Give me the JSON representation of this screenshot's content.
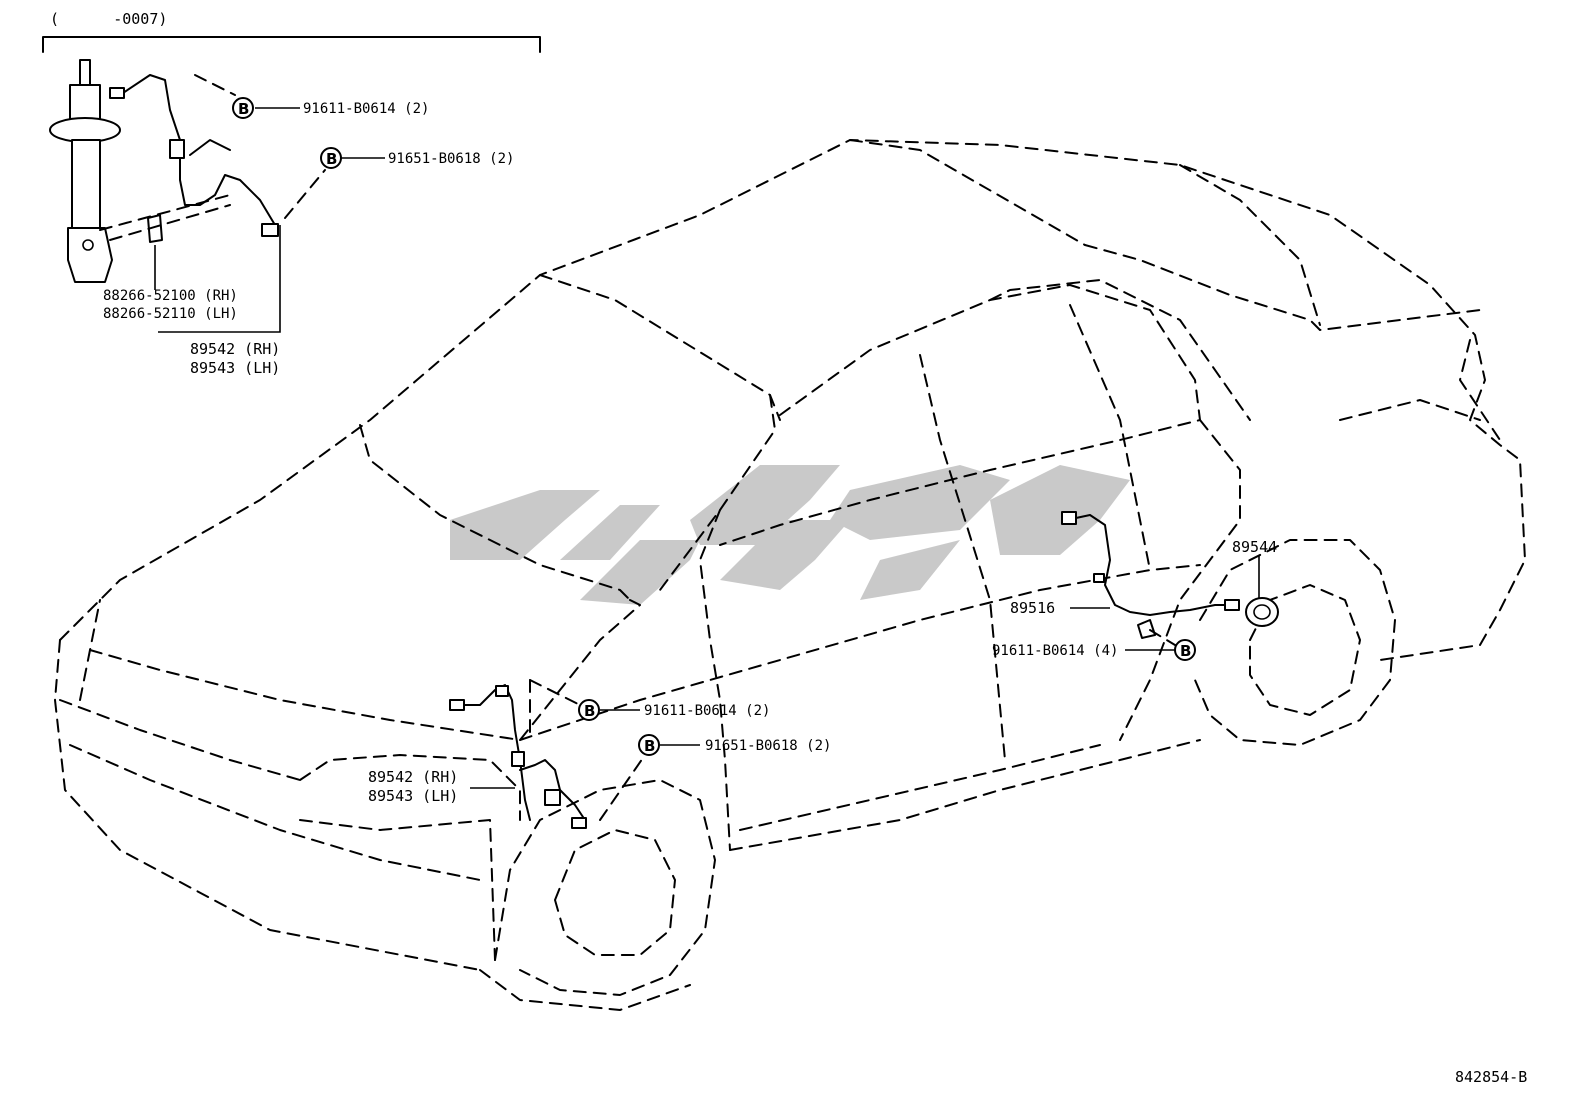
{
  "date_range_label": "(      -0007)",
  "inset": {
    "badge_1_letter": "B",
    "badge_1_part": "91611-B0614 (2)",
    "badge_2_letter": "B",
    "badge_2_part": "91651-B0618 (2)",
    "bracket_line1": "88266-52100 (RH)",
    "bracket_line2": "88266-52110 (LH)",
    "sensor_rh": "89542 (RH)",
    "sensor_lh": "89543 (LH)"
  },
  "front": {
    "badge_1_letter": "B",
    "badge_1_part": "91611-B0614 (2)",
    "badge_2_letter": "B",
    "badge_2_part": "91651-B0618 (2)",
    "sensor_rh": "89542 (RH)",
    "sensor_lh": "89543 (LH)"
  },
  "rear": {
    "bearing_part": "89544",
    "harness_part": "89516",
    "bolt_part": "91611-B0614 (4)",
    "badge_letter": "B"
  },
  "diagram_code": "842854-B",
  "watermark_color": "#c9c9c9"
}
